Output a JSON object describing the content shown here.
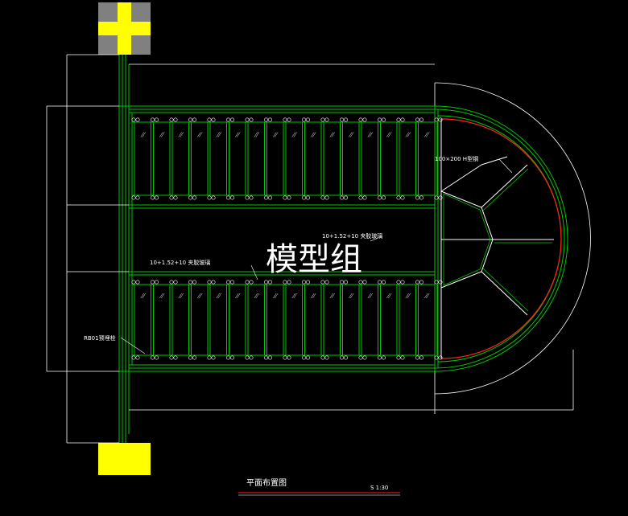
{
  "drawing": {
    "labels": {
      "steel_beam": "100×200 H型钢",
      "glass_upper": "10+1.52+10  夹胶玻璃",
      "glass_lower": "10+1.52+10  夹胶玻璃",
      "bolt": "RB01预埋栓"
    },
    "watermark": "模型组",
    "title": "平面布置图",
    "scale": "S 1:30"
  },
  "colors": {
    "background": "#000000",
    "frame": "#00c800",
    "dimension": "#ffffff",
    "highlight": "#ff2020",
    "column": "#ffff00",
    "column_base": "#808080"
  }
}
